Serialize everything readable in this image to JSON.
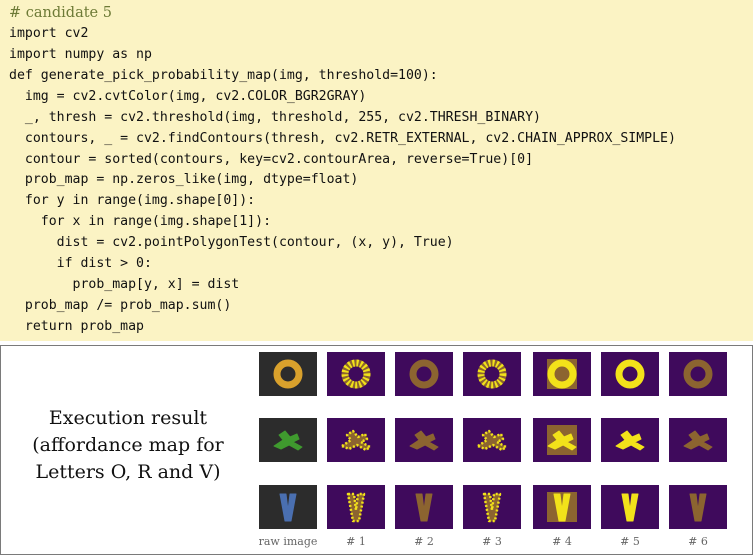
{
  "code": {
    "lines": [
      "# candidate 5",
      "import cv2",
      "import numpy as np",
      "def generate_pick_probability_map(img, threshold=100):",
      "  img = cv2.cvtColor(img, cv2.COLOR_BGR2GRAY)",
      "  _, thresh = cv2.threshold(img, threshold, 255, cv2.THRESH_BINARY)",
      "  contours, _ = cv2.findContours(thresh, cv2.RETR_EXTERNAL, cv2.CHAIN_APPROX_SIMPLE)",
      "  contour = sorted(contours, key=cv2.contourArea, reverse=True)[0]",
      "  prob_map = np.zeros_like(img, dtype=float)",
      "  for y in range(img.shape[0]):",
      "    for x in range(img.shape[1]):",
      "      dist = cv2.pointPolygonTest(contour, (x, y), True)",
      "      if dist > 0:",
      "        prob_map[y, x] = dist",
      "  prob_map /= prob_map.sum()",
      "  return prob_map"
    ]
  },
  "result": {
    "caption": [
      "Execution result",
      "(affordance map for",
      "Letters O, R and V)"
    ],
    "columns": [
      "raw image",
      "# 1",
      "# 2",
      "# 3",
      "# 4",
      "# 5",
      "# 6"
    ],
    "rows": [
      "O",
      "R",
      "V"
    ]
  },
  "colors": {
    "code_background": "#fbf3c4",
    "comment": "#6d7a36",
    "raw_background": "#2c2c2c",
    "map_background": "#3f0a5c",
    "raw_O": "#d9a12c",
    "raw_R": "#3f9a2e",
    "raw_V": "#4a6fb0",
    "yellow": "#f2e21a",
    "brown": "#8c6430"
  }
}
